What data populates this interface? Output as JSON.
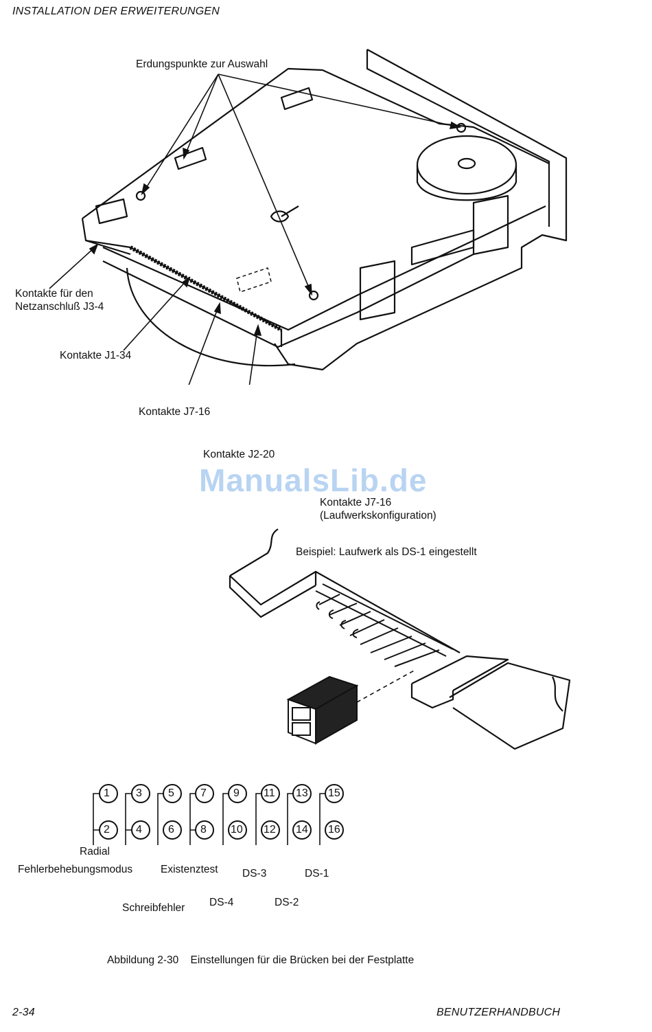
{
  "header": {
    "title": "INSTALLATION DER ERWEITERUNGEN"
  },
  "figure_top": {
    "grounding_label": "Erdungspunkte zur Auswahl",
    "power_label_line1": "Kontakte für den",
    "power_label_line2": "Netzanschluß J3-4",
    "j1_label": "Kontakte J1-34",
    "j7_label": "Kontakte J7-16",
    "j2_label": "Kontakte J2-20"
  },
  "watermark": "ManualsLib.de",
  "figure_jumper": {
    "title_line1": "Kontakte J7-16",
    "title_line2": "(Laufwerkskonfiguration)",
    "example": "Beispiel: Laufwerk als DS-1 eingestellt"
  },
  "pin_diagram": {
    "top_pins": [
      "1",
      "3",
      "5",
      "7",
      "9",
      "11",
      "13",
      "15"
    ],
    "bottom_pins": [
      "2",
      "4",
      "6",
      "8",
      "10",
      "12",
      "14",
      "16"
    ],
    "labels": {
      "radial": "Radial",
      "fehler": "Fehlerbehebungsmodus",
      "existenz": "Existenztest",
      "schreib": "Schreibfehler",
      "ds4": "DS-4",
      "ds3": "DS-3",
      "ds2": "DS-2",
      "ds1": "DS-1"
    }
  },
  "caption": "Abbildung 2-30    Einstellungen für die Brücken bei der Festplatte",
  "footer": {
    "page": "2-34",
    "manual": "BENUTZERHANDBUCH"
  }
}
